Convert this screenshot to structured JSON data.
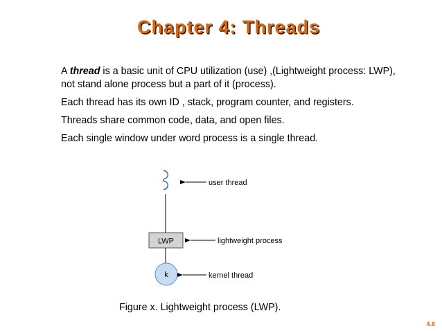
{
  "slide": {
    "title": "Chapter 4: Threads",
    "paragraphs": [
      {
        "prefix": "A ",
        "emphasis": "thread",
        "rest": " is a basic unit of CPU utilization (use) ,(Lightweight process: LWP), not stand alone process but a part of it (process)."
      },
      {
        "text": "Each thread has its own ID , stack, program counter, and registers."
      },
      {
        "text": "Threads share common code, data, and open files."
      },
      {
        "text": "Each single window under word process is a single thread."
      }
    ],
    "figure": {
      "user_thread_label": "user thread",
      "lwp_box_label": "LWP",
      "lightweight_process_label": "lightweight process",
      "kernel_circle_label": "k",
      "kernel_thread_label": "kernel thread",
      "caption": "Figure x. Lightweight process (LWP)."
    },
    "page_number": "4.6",
    "colors": {
      "title": "#d2691e",
      "title_shadow": "#3a1a00",
      "lwp_box_fill": "#d3d3d3",
      "kernel_circle_fill": "#c7dcef"
    }
  }
}
